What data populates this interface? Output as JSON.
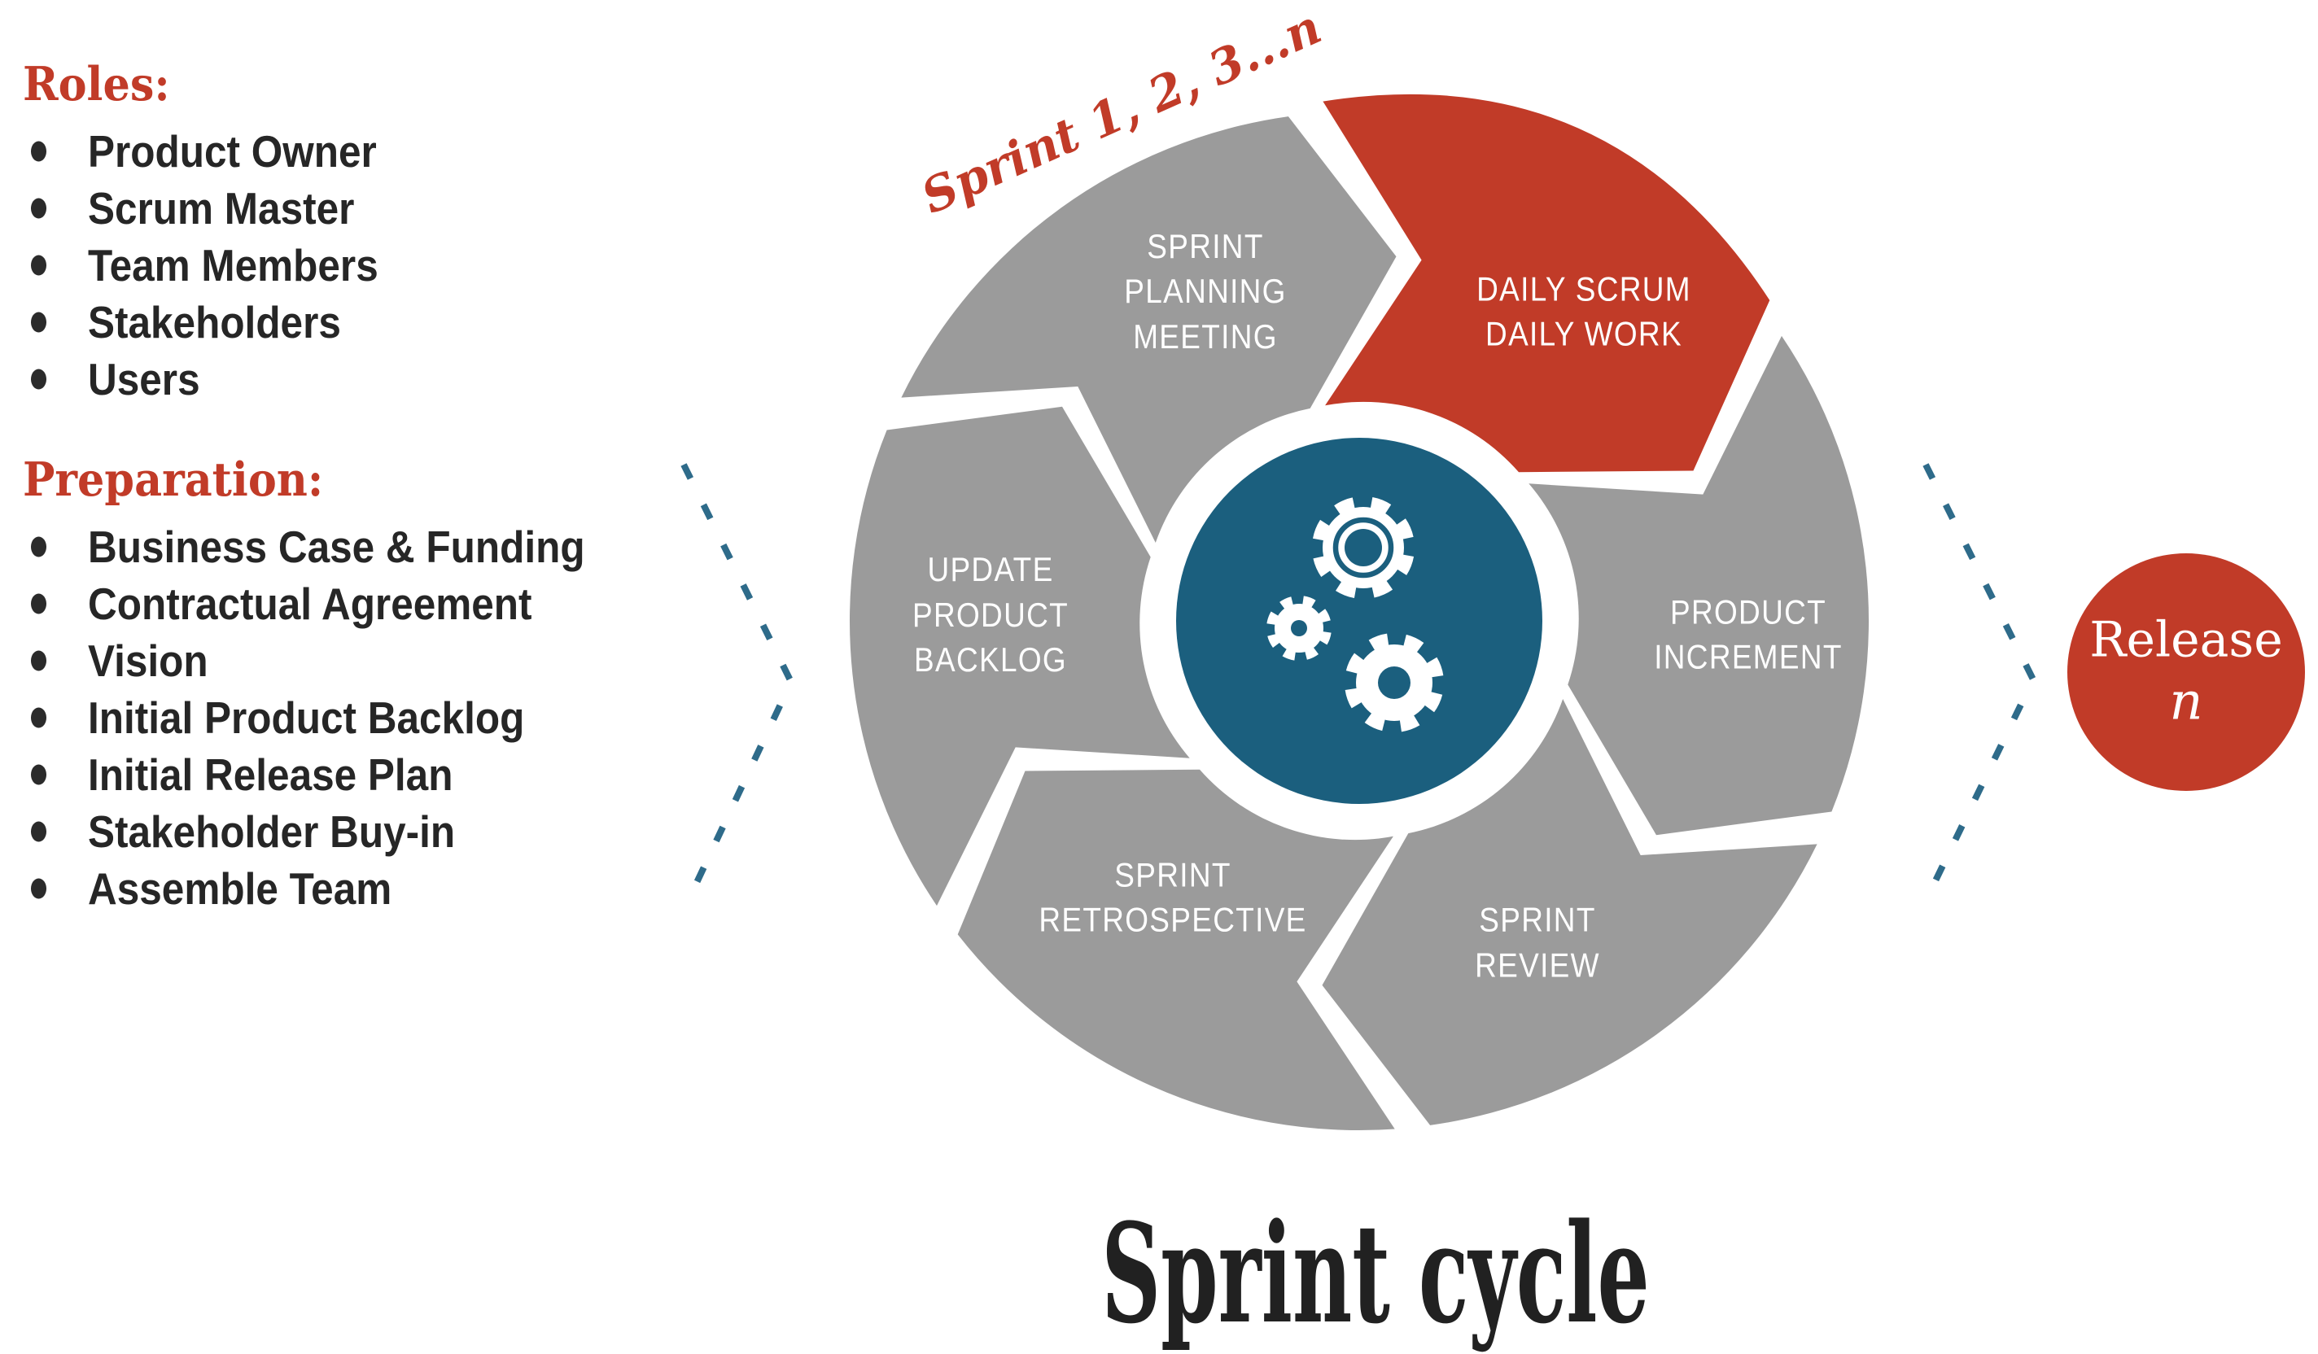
{
  "colors": {
    "red": "#c13b28",
    "gray": "#9b9b9b",
    "teal": "#1b5f7e",
    "dash": "#2e6b8a",
    "text": "#262626"
  },
  "roles": {
    "heading": "Roles:",
    "items": [
      "Product Owner",
      "Scrum Master",
      "Team Members",
      "Stakeholders",
      "Users"
    ]
  },
  "preparation": {
    "heading": "Preparation:",
    "items": [
      "Business Case & Funding",
      "Contractual Agreement",
      "Vision",
      "Initial Product Backlog",
      "Initial Release Plan",
      "Stakeholder Buy-in",
      "Assemble Team"
    ]
  },
  "sprint_annotation": "Sprint 1, 2, 3...n",
  "wheel": {
    "segments": [
      {
        "id": "update-product-backlog",
        "label": "UPDATE\nPRODUCT\nBACKLOG",
        "color": "gray"
      },
      {
        "id": "sprint-planning-meeting",
        "label": "SPRINT\nPLANNING\nMEETING",
        "color": "gray"
      },
      {
        "id": "daily-scrum",
        "label": "DAILY SCRUM\nDAILY WORK",
        "color": "red"
      },
      {
        "id": "product-increment",
        "label": "PRODUCT\nINCREMENT",
        "color": "gray"
      },
      {
        "id": "sprint-review",
        "label": "SPRINT\nREVIEW",
        "color": "gray"
      },
      {
        "id": "sprint-retrospective",
        "label": "SPRINT\nRETROSPECTIVE",
        "color": "gray"
      }
    ]
  },
  "release": {
    "line1": "Release",
    "line2": "n"
  },
  "title": "Sprint cycle"
}
